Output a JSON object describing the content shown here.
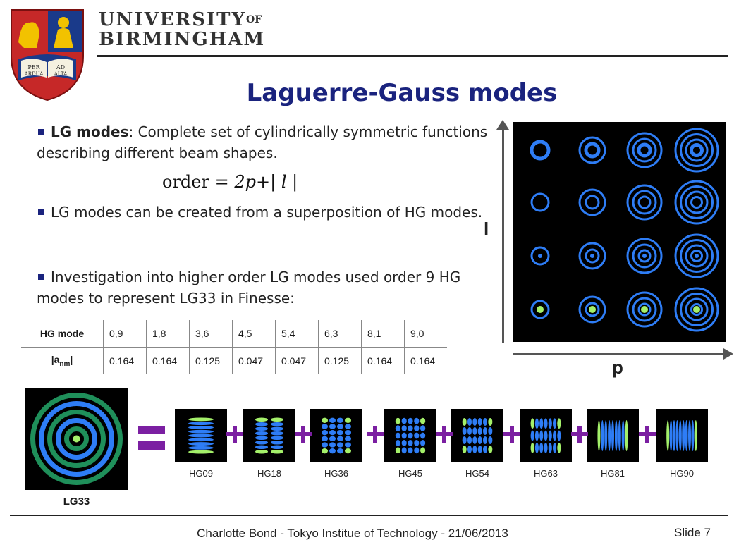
{
  "header": {
    "university_line1": "UNIVERSITY",
    "university_of": "OF",
    "university_line2": "BIRMINGHAM",
    "crest_motto_1": "PER",
    "crest_motto_2": "AD",
    "crest_motto_3": "ARDUA",
    "crest_motto_4": "ALTA",
    "crest_colors": {
      "shield": "#c62828",
      "gold": "#f2c200",
      "blue": "#1a3a8a"
    }
  },
  "title": "Laguerre-Gauss modes",
  "bullets": {
    "b1_bold": "LG modes",
    "b1_rest": ": Complete set of cylindrically symmetric functions describing different beam shapes.",
    "formula_lhs": "order",
    "formula_eq": "=",
    "formula_rhs_2p": "2p",
    "formula_plus": "+",
    "formula_l": "| l |",
    "b2": "LG modes can be created from a superposition of HG modes.",
    "b3": "Investigation into higher order LG modes used order 9 HG modes to represent LG33 in Finesse:"
  },
  "table": {
    "row1_header": "HG mode",
    "row2_header_main": "|a",
    "row2_header_sub": "nm",
    "row2_header_end": "|",
    "modes": [
      "0,9",
      "1,8",
      "3,6",
      "4,5",
      "5,4",
      "6,3",
      "8,1",
      "9,0"
    ],
    "coefficients": [
      "0.164",
      "0.164",
      "0.125",
      "0.047",
      "0.047",
      "0.125",
      "0.164",
      "0.164"
    ]
  },
  "mode_grid": {
    "axis_vertical": "l",
    "axis_horizontal": "p",
    "colors": {
      "ring": "#2e7df6",
      "core": "#a4f06a",
      "background": "#000000"
    }
  },
  "equation": {
    "lg_label": "LG33",
    "hg_labels": [
      "HG09",
      "HG18",
      "HG36",
      "HG45",
      "HG54",
      "HG63",
      "HG81",
      "HG90"
    ],
    "operator_color": "#7b1fa2"
  },
  "footer": {
    "text": "Charlotte Bond - Tokyo Institue of Technology - 21/06/2013",
    "slide": "Slide 7"
  }
}
